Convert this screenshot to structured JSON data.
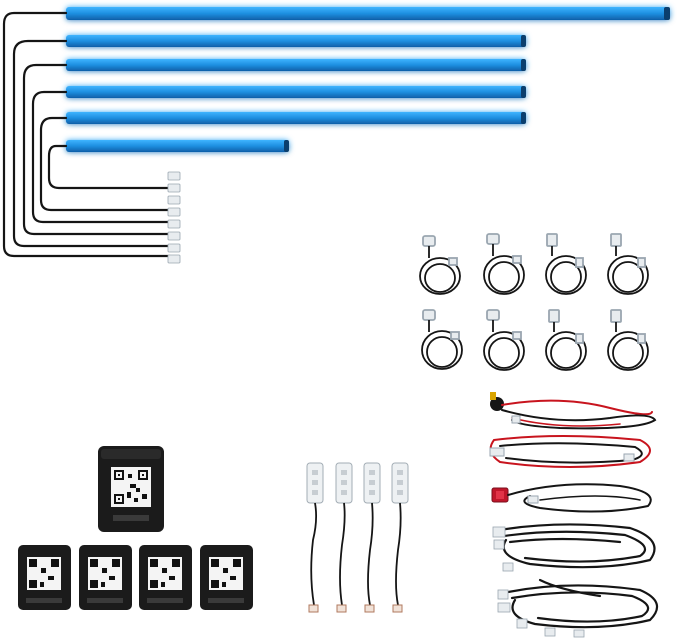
{
  "image": {
    "subject": "product-kit",
    "background_color": "#ffffff"
  },
  "colors": {
    "light_bar_blue": "#1e8fe0",
    "light_bar_glow": "#5ec8ff",
    "cable_black": "#151515",
    "cable_red": "#c8141e",
    "connector_white": "#e8ecef",
    "module_body": "#1b1b1b",
    "switch_red": "#c0162a"
  },
  "components": {
    "light_bars": {
      "count": 6
    },
    "sensor_leads": {
      "count": 8
    },
    "footwell_led_strips": {
      "count": 4
    },
    "control_modules": {
      "count": 5
    },
    "wiring_harnesses": {
      "count": 5
    }
  }
}
